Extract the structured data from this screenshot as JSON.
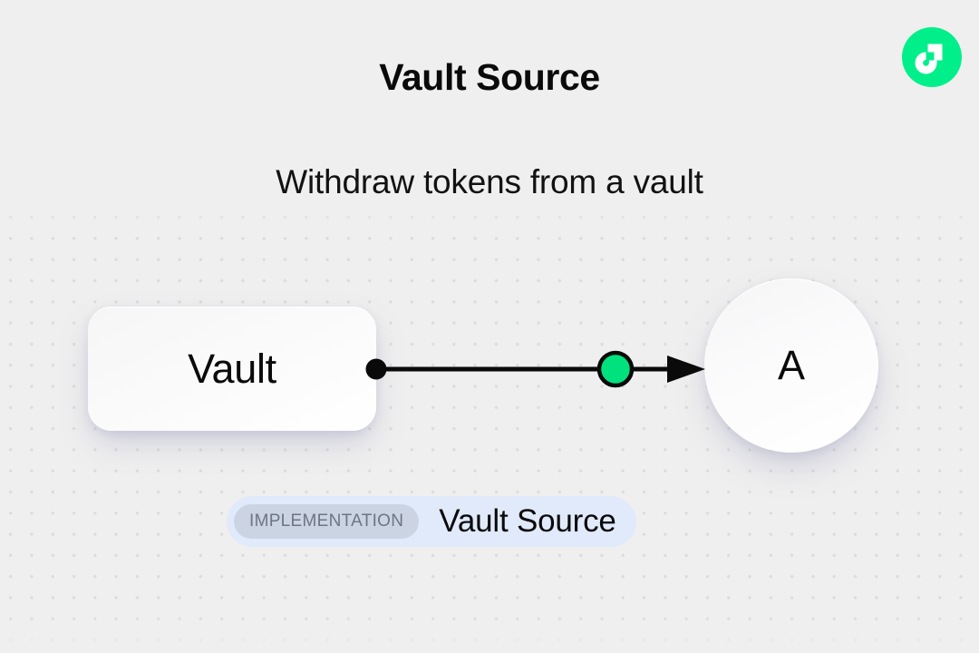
{
  "header": {
    "title": "Vault Source",
    "subtitle": "Withdraw tokens from a vault",
    "logo_icon": "flow-logo-icon",
    "logo_color": "#00EF8B"
  },
  "diagram": {
    "type": "node-edge-flow",
    "nodes": [
      {
        "id": "vault",
        "label": "Vault",
        "shape": "rounded-rect",
        "icon": "vault-node",
        "port_icon": "output-port-dot",
        "port_color": "#000000"
      },
      {
        "id": "a",
        "label": "A",
        "shape": "circle",
        "icon": "account-node"
      }
    ],
    "edges": [
      {
        "from": "vault",
        "to": "a",
        "marker_icon": "arrowhead-icon",
        "midpoint_icon": "green-connector-dot",
        "midpoint_color": "#00E27E",
        "line_color": "#0a0a0a"
      }
    ]
  },
  "badge": {
    "tag_label": "IMPLEMENTATION",
    "name": "Vault Source",
    "tag_background": "#CBD4E3",
    "background": "#E1EAFB"
  }
}
